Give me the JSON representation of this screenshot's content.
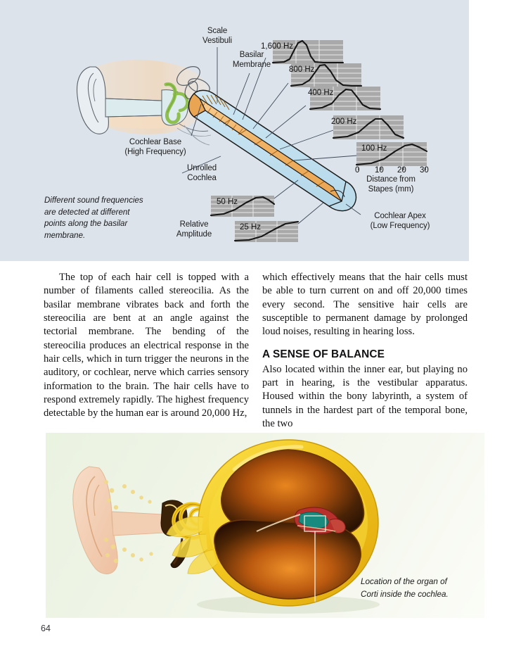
{
  "page": {
    "number": "64"
  },
  "top_figure": {
    "name": "unrolled-cochlea-frequency-diagram",
    "background_color": "#dde3ea",
    "caption": "Different sound frequencies\nare detected at different\npoints along the basilar\nmembrane.",
    "labels": {
      "scale_vestibuli": "Scale\nVestibuli",
      "basilar_membrane": "Basilar\nMembrane",
      "cochlear_base": "Cochlear Base\n(High Frequency)",
      "unrolled_cochlea": "Unrolled\nCochlea",
      "cochlear_apex": "Cochlear Apex\n(Low Frequency)",
      "relative_amplitude": "Relative\nAmplitude",
      "distance_axis": "Distance from\nStapes (mm)"
    },
    "axis_ticks": [
      "0",
      "10",
      "20",
      "30"
    ],
    "colors": {
      "basilar_membrane": "#f0b468",
      "scala_fluid": "#b9dced",
      "chart_panel": "#a9a9a9",
      "chart_gridline": "#e8e8e8",
      "curve": "#1a1a1a",
      "leader_line": "#3f4a5a"
    }
  },
  "chart_data": {
    "type": "line",
    "title": "Travelling wave envelopes along the basilar membrane",
    "xlabel": "Distance from Stapes (mm)",
    "ylabel": "Relative Amplitude",
    "xlim": [
      0,
      33
    ],
    "ylim": [
      0,
      1
    ],
    "grid": true,
    "legend": "none",
    "x": [
      0,
      2,
      4,
      6,
      8,
      10,
      12,
      14,
      16,
      18,
      20,
      22,
      24,
      26,
      28,
      30,
      32
    ],
    "series": [
      {
        "name": "1,600 Hz",
        "label": "1,600 Hz",
        "peak_mm": 6,
        "values": [
          0.02,
          0.1,
          0.46,
          0.96,
          0.78,
          0.3,
          0.1,
          0.04,
          0.02,
          0.01,
          0.01,
          0.01,
          0.01,
          0.01,
          0.01,
          0.01,
          0.01
        ]
      },
      {
        "name": "800 Hz",
        "label": "800 Hz",
        "peak_mm": 10,
        "values": [
          0.02,
          0.05,
          0.11,
          0.22,
          0.48,
          0.92,
          0.7,
          0.33,
          0.14,
          0.06,
          0.03,
          0.02,
          0.01,
          0.01,
          0.01,
          0.01,
          0.01
        ]
      },
      {
        "name": "400 Hz",
        "label": "400 Hz",
        "peak_mm": 14,
        "values": [
          0.02,
          0.04,
          0.08,
          0.14,
          0.23,
          0.38,
          0.62,
          0.9,
          0.72,
          0.38,
          0.16,
          0.07,
          0.03,
          0.02,
          0.01,
          0.01,
          0.01
        ]
      },
      {
        "name": "200 Hz",
        "label": "200 Hz",
        "peak_mm": 19,
        "values": [
          0.03,
          0.05,
          0.08,
          0.12,
          0.18,
          0.26,
          0.37,
          0.52,
          0.7,
          0.88,
          0.84,
          0.62,
          0.36,
          0.17,
          0.07,
          0.03,
          0.02
        ]
      },
      {
        "name": "100 Hz",
        "label": "100 Hz",
        "peak_mm": 25,
        "values": [
          0.04,
          0.06,
          0.09,
          0.13,
          0.18,
          0.24,
          0.32,
          0.42,
          0.53,
          0.65,
          0.77,
          0.87,
          0.93,
          0.92,
          0.84,
          0.74,
          0.66
        ]
      },
      {
        "name": "50 Hz",
        "label": "50 Hz",
        "peak_mm": 28,
        "values": [
          0.06,
          0.08,
          0.11,
          0.15,
          0.2,
          0.26,
          0.33,
          0.41,
          0.5,
          0.59,
          0.68,
          0.77,
          0.85,
          0.91,
          0.94,
          0.9,
          0.8
        ]
      },
      {
        "name": "25 Hz",
        "label": "25 Hz",
        "peak_mm": 32,
        "values": [
          0.05,
          0.07,
          0.09,
          0.12,
          0.16,
          0.21,
          0.27,
          0.34,
          0.42,
          0.51,
          0.6,
          0.69,
          0.77,
          0.84,
          0.89,
          0.93,
          0.95
        ]
      }
    ]
  },
  "article": {
    "left_column": {
      "paragraph": "The top of each hair cell is topped with a number of filaments called stereocilia. As the basilar membrane vibrates back and forth the stereocilia are bent at an angle against the tectorial membrane. The bending of the stereocilia produces an electrical response in the hair cells, which in turn trigger the neurons in the auditory, or cochlear, nerve which carries sensory information to the brain. The hair cells have to respond extremely rapidly. The highest frequency detectable by the human ear is around 20,000 Hz,"
    },
    "right_column": {
      "paragraph_continued": "which effectively means that the hair cells must be able to turn current on and off 20,000 times every second. The sensitive hair cells are susceptible to permanent damage by prolonged loud noises, resulting in hearing loss.",
      "section_heading": "A SENSE OF BALANCE",
      "section_paragraph": "Also located within the inner ear, but playing no part in hearing, is the vestibular apparatus. Housed within the bony labyrinth, a system of tunnels in the hardest part of the temporal bone, the two"
    }
  },
  "bottom_figure": {
    "name": "organ-of-corti-cochlea-cross-section",
    "caption": "Location of the organ of\nCorti inside the cochlea.",
    "colors": {
      "background": "#eff5e6",
      "cochlea_outer": "#f5cf27",
      "cochlea_inner_dark": "#3a1d06",
      "cochlea_inner_glow": "#e2741a",
      "ear_skin": "#f0c9ad",
      "corti_teal": "#188a7e",
      "corti_red": "#b8302c"
    }
  }
}
